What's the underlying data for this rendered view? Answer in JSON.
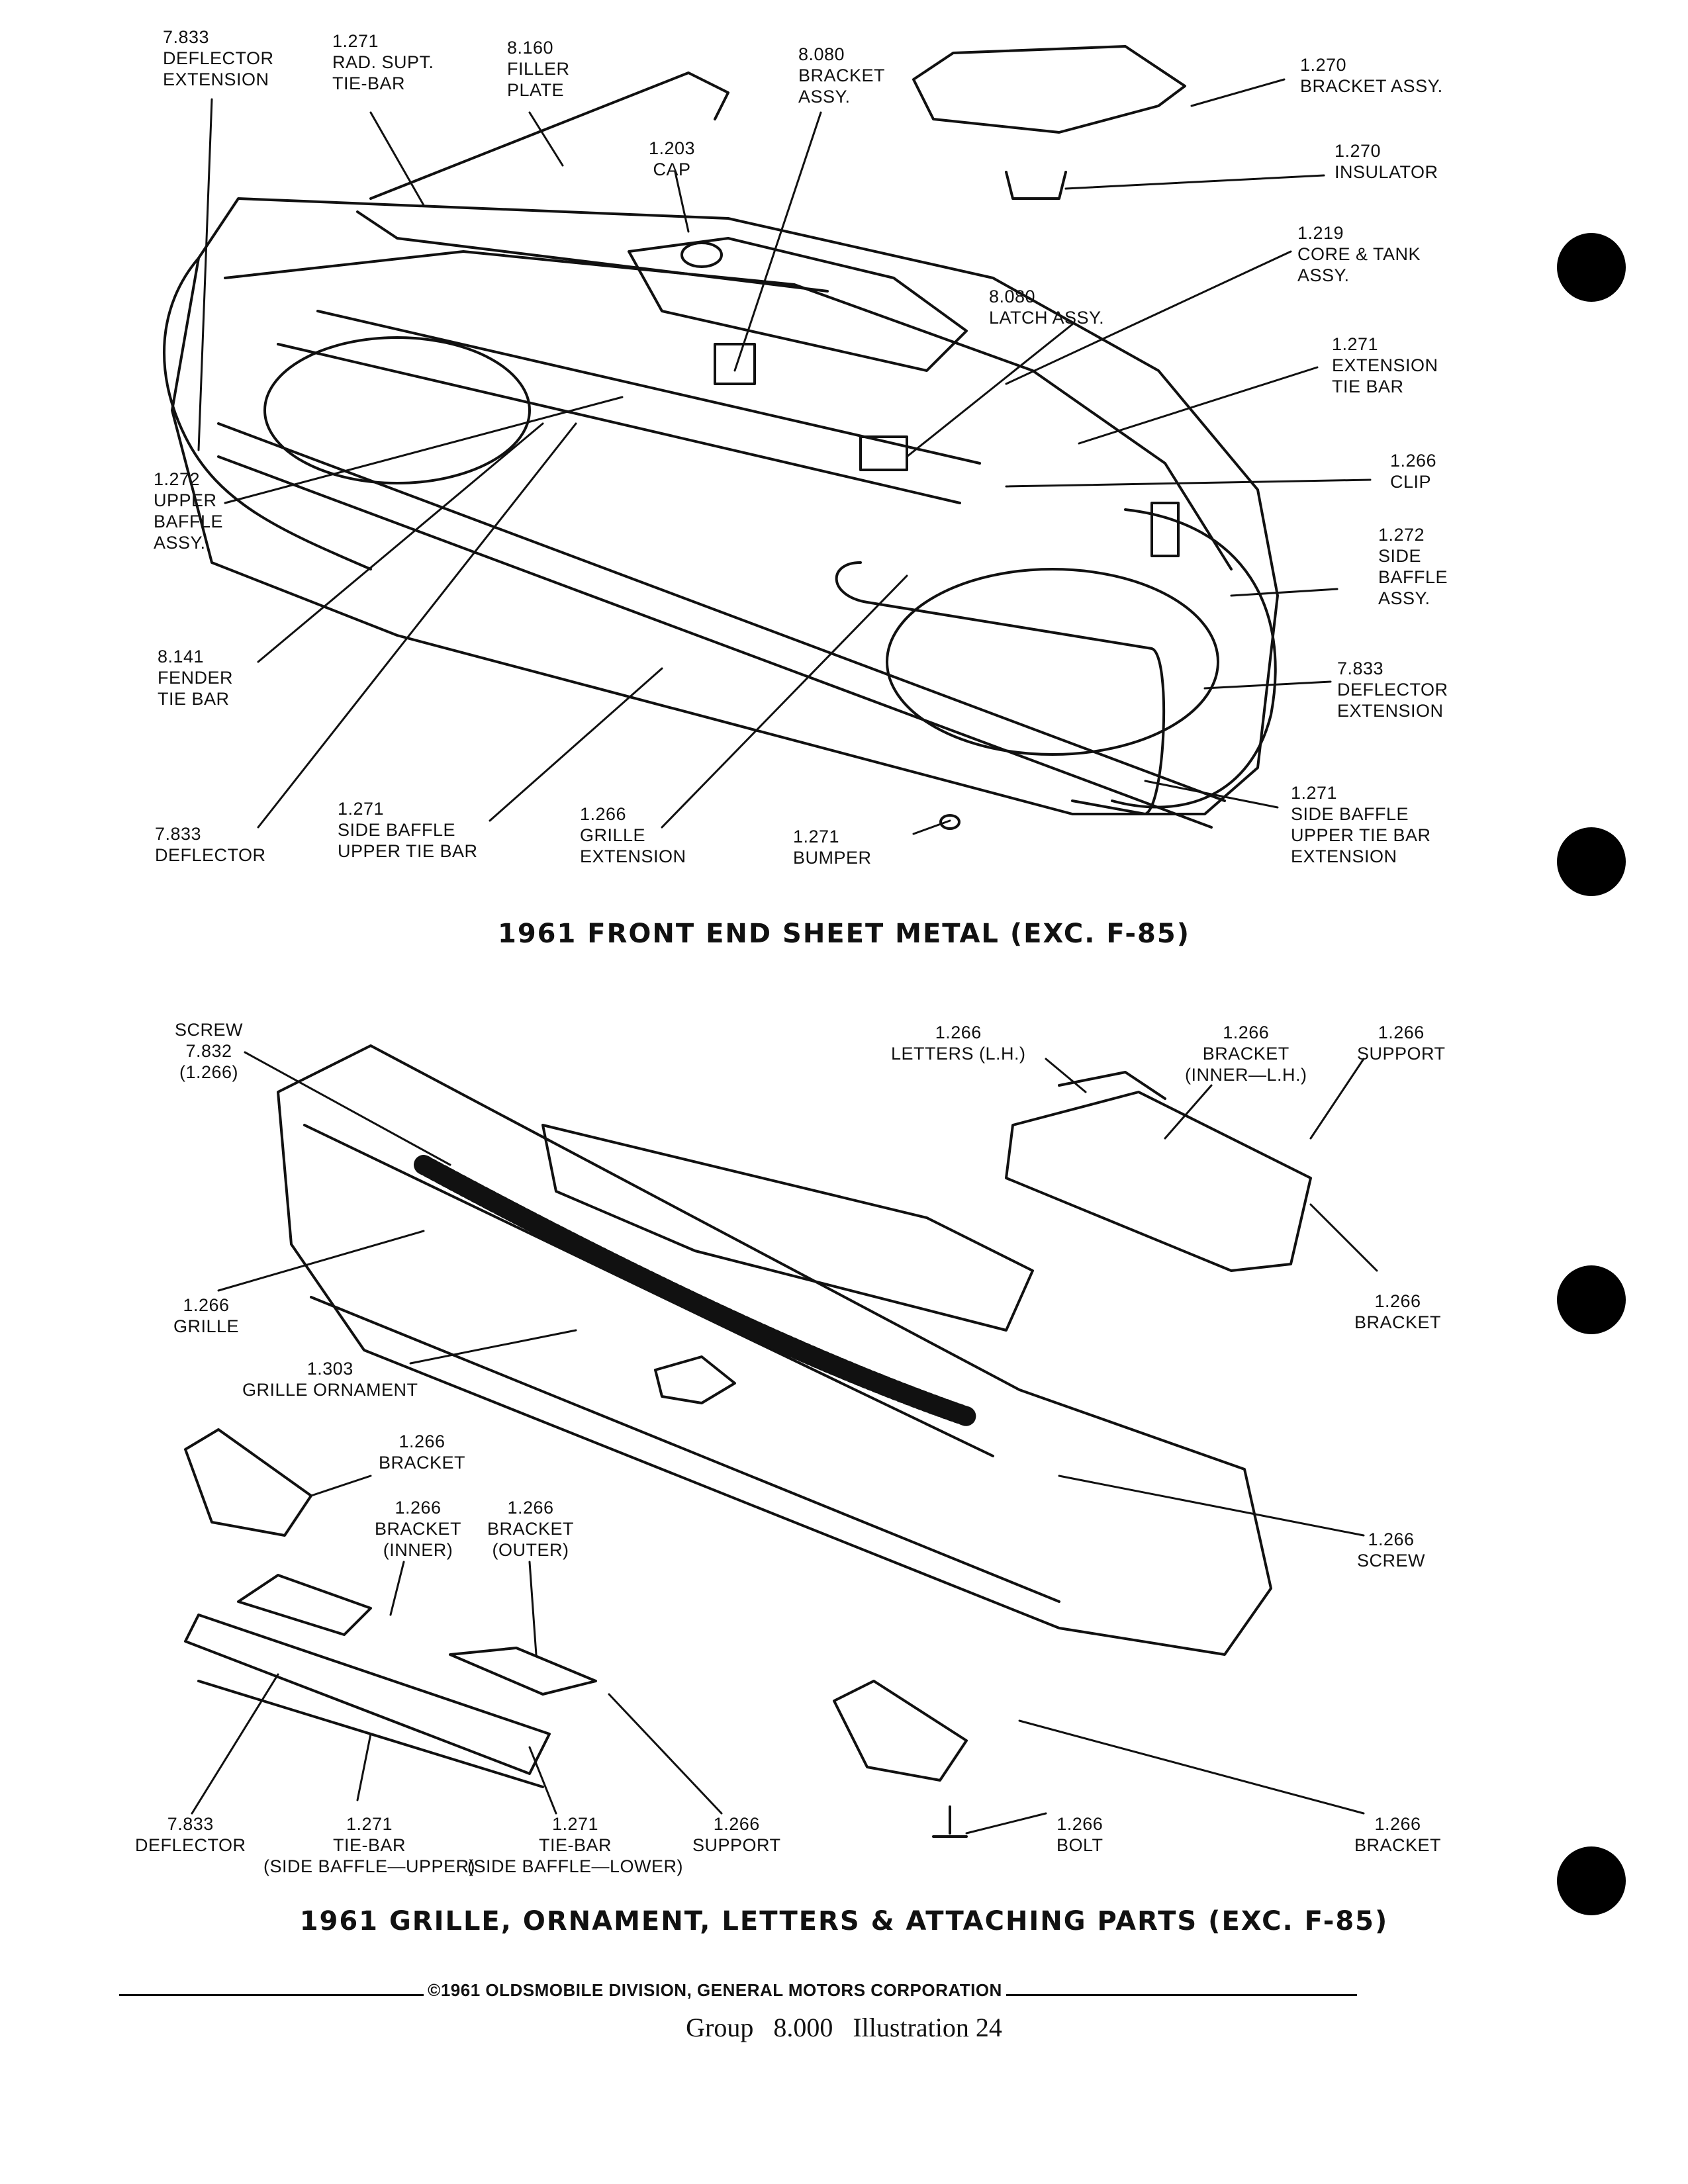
{
  "diagram1": {
    "title": "1961 FRONT END SHEET METAL (EXC. F-85)",
    "labels": [
      {
        "id": "deflector-extension-top",
        "lines": [
          "7.833",
          "DEFLECTOR",
          "EXTENSION"
        ]
      },
      {
        "id": "rad-supt-tie-bar",
        "lines": [
          "1.271",
          "RAD. SUPT.",
          "TIE-BAR"
        ]
      },
      {
        "id": "filler-plate",
        "lines": [
          "8.160",
          "FILLER",
          "PLATE"
        ]
      },
      {
        "id": "cap",
        "lines": [
          "1.203",
          "CAP"
        ]
      },
      {
        "id": "bracket-assy-8080",
        "lines": [
          "8.080",
          "BRACKET",
          "ASSY."
        ]
      },
      {
        "id": "bracket-assy-1270",
        "lines": [
          "1.270",
          "BRACKET ASSY."
        ]
      },
      {
        "id": "insulator",
        "lines": [
          "1.270",
          "INSULATOR"
        ]
      },
      {
        "id": "core-tank-assy",
        "lines": [
          "1.219",
          "CORE & TANK",
          "ASSY."
        ]
      },
      {
        "id": "latch-assy",
        "lines": [
          "8.080",
          "LATCH ASSY."
        ]
      },
      {
        "id": "extension-tie-bar",
        "lines": [
          "1.271",
          "EXTENSION",
          "TIE BAR"
        ]
      },
      {
        "id": "clip",
        "lines": [
          "1.266",
          "CLIP"
        ]
      },
      {
        "id": "upper-baffle-assy",
        "lines": [
          "1.272",
          "UPPER",
          "BAFFLE",
          "ASSY."
        ]
      },
      {
        "id": "side-baffle-assy",
        "lines": [
          "1.272",
          "SIDE",
          "BAFFLE",
          "ASSY."
        ]
      },
      {
        "id": "fender-tie-bar",
        "lines": [
          "8.141",
          "FENDER",
          "TIE BAR"
        ]
      },
      {
        "id": "deflector-extension-right",
        "lines": [
          "7.833",
          "DEFLECTOR",
          "EXTENSION"
        ]
      },
      {
        "id": "deflector",
        "lines": [
          "7.833",
          "DEFLECTOR"
        ]
      },
      {
        "id": "side-baffle-upper-tie-bar",
        "lines": [
          "1.271",
          "SIDE BAFFLE",
          "UPPER TIE BAR"
        ]
      },
      {
        "id": "grille-extension",
        "lines": [
          "1.266",
          "GRILLE",
          "EXTENSION"
        ]
      },
      {
        "id": "bumper",
        "lines": [
          "1.271",
          "BUMPER"
        ]
      },
      {
        "id": "side-baffle-upper-tie-bar-extension",
        "lines": [
          "1.271",
          "SIDE BAFFLE",
          "UPPER TIE BAR",
          "EXTENSION"
        ]
      }
    ]
  },
  "diagram2": {
    "title": "1961 GRILLE, ORNAMENT, LETTERS & ATTACHING PARTS (EXC. F-85)",
    "labels": [
      {
        "id": "screw-7832",
        "lines": [
          "SCREW",
          "7.832",
          "(1.266)"
        ]
      },
      {
        "id": "letters-lh",
        "lines": [
          "1.266",
          "LETTERS (L.H.)"
        ]
      },
      {
        "id": "bracket-inner-lh",
        "lines": [
          "1.266",
          "BRACKET",
          "(INNER—L.H.)"
        ]
      },
      {
        "id": "support-top",
        "lines": [
          "1.266",
          "SUPPORT"
        ]
      },
      {
        "id": "bracket-right",
        "lines": [
          "1.266",
          "BRACKET"
        ]
      },
      {
        "id": "grille",
        "lines": [
          "1.266",
          "GRILLE"
        ]
      },
      {
        "id": "grille-ornament",
        "lines": [
          "1.303",
          "GRILLE ORNAMENT"
        ]
      },
      {
        "id": "bracket-left",
        "lines": [
          "1.266",
          "BRACKET"
        ]
      },
      {
        "id": "bracket-inner",
        "lines": [
          "1.266",
          "BRACKET",
          "(INNER)"
        ]
      },
      {
        "id": "bracket-outer",
        "lines": [
          "1.266",
          "BRACKET",
          "(OUTER)"
        ]
      },
      {
        "id": "screw-right",
        "lines": [
          "1.266",
          "SCREW"
        ]
      },
      {
        "id": "deflector-bottom",
        "lines": [
          "7.833",
          "DEFLECTOR"
        ]
      },
      {
        "id": "tie-bar-upper",
        "lines": [
          "1.271",
          "TIE-BAR",
          "(SIDE BAFFLE—UPPER)"
        ]
      },
      {
        "id": "tie-bar-lower",
        "lines": [
          "1.271",
          "TIE-BAR",
          "(SIDE BAFFLE—LOWER)"
        ]
      },
      {
        "id": "support-bottom",
        "lines": [
          "1.266",
          "SUPPORT"
        ]
      },
      {
        "id": "bolt",
        "lines": [
          "1.266",
          "BOLT"
        ]
      },
      {
        "id": "bracket-bottom-right",
        "lines": [
          "1.266",
          "BRACKET"
        ]
      }
    ]
  },
  "footer": {
    "copyright": "©1961 OLDSMOBILE DIVISION, GENERAL MOTORS CORPORATION",
    "group_line": "Group   8.000   Illustration 24"
  }
}
